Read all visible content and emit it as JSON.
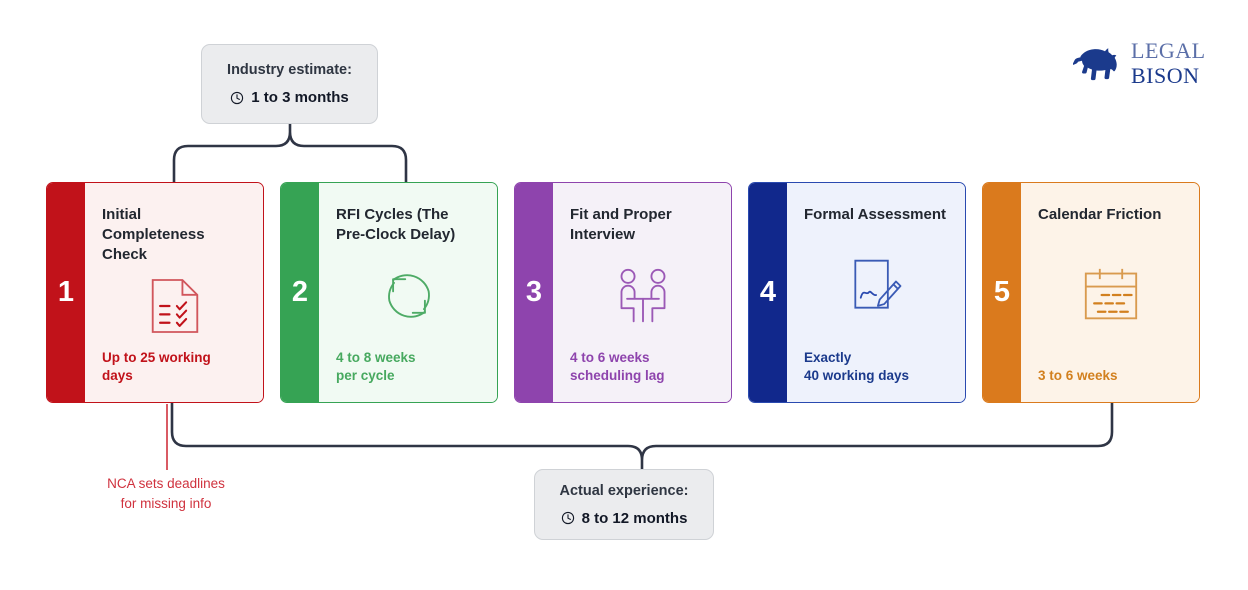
{
  "brand": {
    "name_line1": "LEGAL",
    "name_line2": "BISON",
    "mark": "bison-logo",
    "color": "#1b3a8c"
  },
  "callouts": {
    "top": {
      "title": "Industry estimate:",
      "value": "1 to 3 months",
      "icon": "clock-icon"
    },
    "bottom": {
      "title": "Actual experience:",
      "value": "8 to 12 months",
      "icon": "clock-icon"
    }
  },
  "annotation": {
    "line1": "NCA sets deadlines",
    "line2": "for missing info",
    "color": "#d0323e"
  },
  "steps": [
    {
      "number": "1",
      "title": "Initial Completeness Check",
      "duration": "Up to 25 working days",
      "icon": "checklist-document-icon",
      "bar_color": "#c1121a",
      "body_color": "#fcf1f0",
      "border_color": "#c1121a",
      "accent": "#c1121a"
    },
    {
      "number": "2",
      "title": "RFI Cycles (The Pre-Clock Delay)",
      "duration": "4 to 8 weeks per cycle",
      "icon": "refresh-cycle-icon",
      "bar_color": "#36a354",
      "body_color": "#f1faf3",
      "border_color": "#36a354",
      "accent": "#47a95f"
    },
    {
      "number": "3",
      "title": "Fit and Proper Interview",
      "duration": "4 to 6 weeks scheduling lag",
      "icon": "two-people-table-icon",
      "bar_color": "#8e44ad",
      "body_color": "#f5f1f8",
      "border_color": "#8e44ad",
      "accent": "#8e44ad"
    },
    {
      "number": "4",
      "title": "Formal Assessment",
      "duration": "Exactly 40 working days",
      "icon": "signed-document-icon",
      "bar_color": "#11288c",
      "body_color": "#eef2fc",
      "border_color": "#2a4ab0",
      "accent": "#1b3a8c"
    },
    {
      "number": "5",
      "title": "Calendar Friction",
      "duration": "3 to 6 weeks",
      "icon": "calendar-icon",
      "bar_color": "#da7a1d",
      "body_color": "#fdf3e8",
      "border_color": "#da7a1d",
      "accent": "#d2801f"
    }
  ],
  "step_duration_lines": [
    [
      "Up to 25 working",
      "days"
    ],
    [
      "4 to 8 weeks",
      "per cycle"
    ],
    [
      "4 to 6 weeks",
      "scheduling lag"
    ],
    [
      "Exactly",
      "40 working days"
    ],
    [
      "3 to 6 weeks",
      ""
    ]
  ]
}
